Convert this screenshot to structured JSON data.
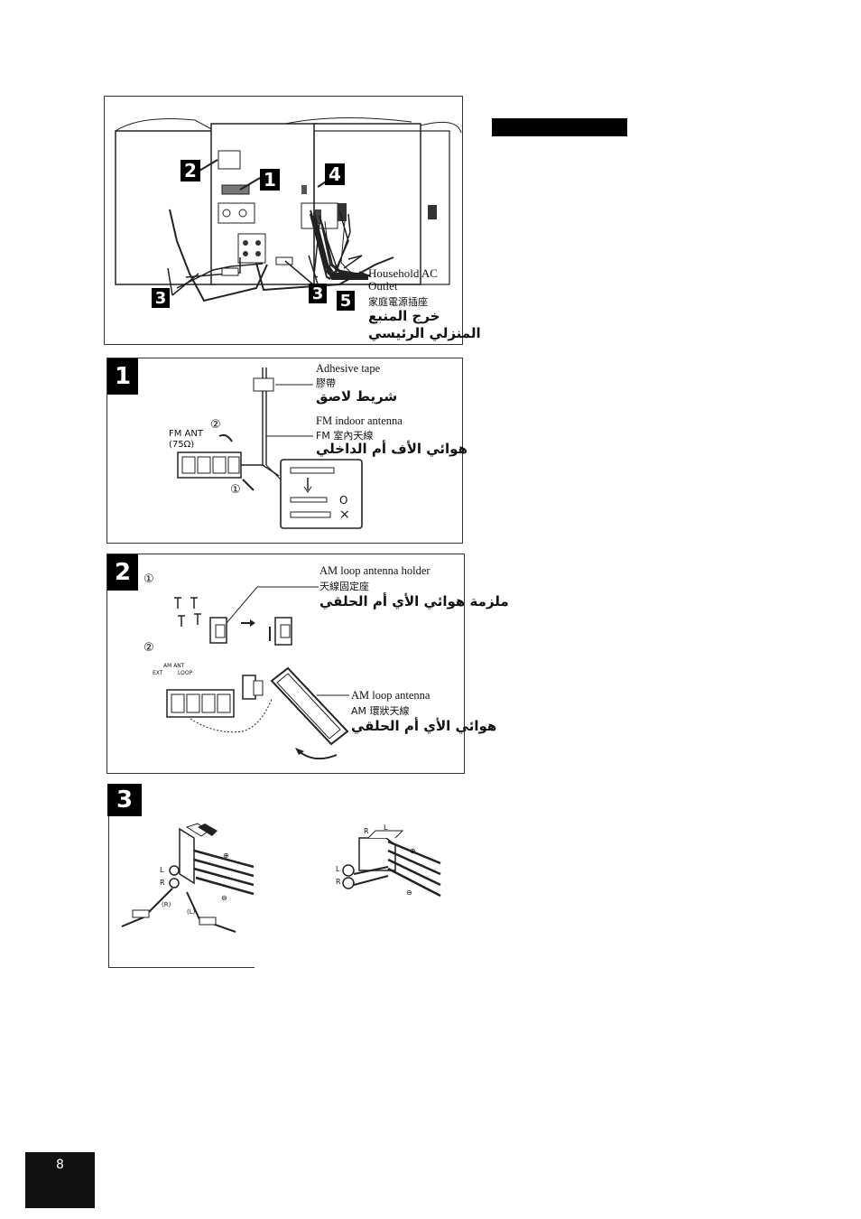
{
  "overview": {
    "callouts": [
      "2",
      "1",
      "4",
      "3",
      "3",
      "5"
    ],
    "household_ac_en": "Household AC",
    "household_ac_en2": "Outlet",
    "household_ac_zh": "家庭電源插座",
    "household_ac_ar1": "خرج المنبع",
    "household_ac_ar2": "المنزلي الرئيسي"
  },
  "step1": {
    "badge": "1",
    "adhesive_en": "Adhesive tape",
    "adhesive_zh": "膠帶",
    "adhesive_ar": "شريط لاصق",
    "fm_en": "FM indoor antenna",
    "fm_zh": "FM 室內天線",
    "fm_ar": "هوائي الأف أم الداخلي",
    "fm_ant": "FM ANT",
    "fm_ohm": "(75Ω)",
    "circle2": "②",
    "circle1": "①",
    "ok_mark": "O",
    "ng_mark": "×"
  },
  "step2": {
    "badge": "2",
    "circle1": "①",
    "circle2": "②",
    "holder_en": "AM  loop antenna holder",
    "holder_zh": "天線固定座",
    "holder_ar": "ملزمة هوائي الأي أم الحلقي",
    "amant": "AM ANT",
    "ext": "EXT",
    "loop": "LOOP",
    "loop_en": "AM  loop antenna",
    "loop_zh": "AM 環狀天線",
    "loop_ar": "هوائي الأي أم الحلقي"
  },
  "step3": {
    "badge": "3",
    "L": "L",
    "R": "R",
    "plus": "⊕",
    "minus": "⊖",
    "cable_r": "(R)",
    "cable_l": "(L)"
  },
  "page_number": "8"
}
